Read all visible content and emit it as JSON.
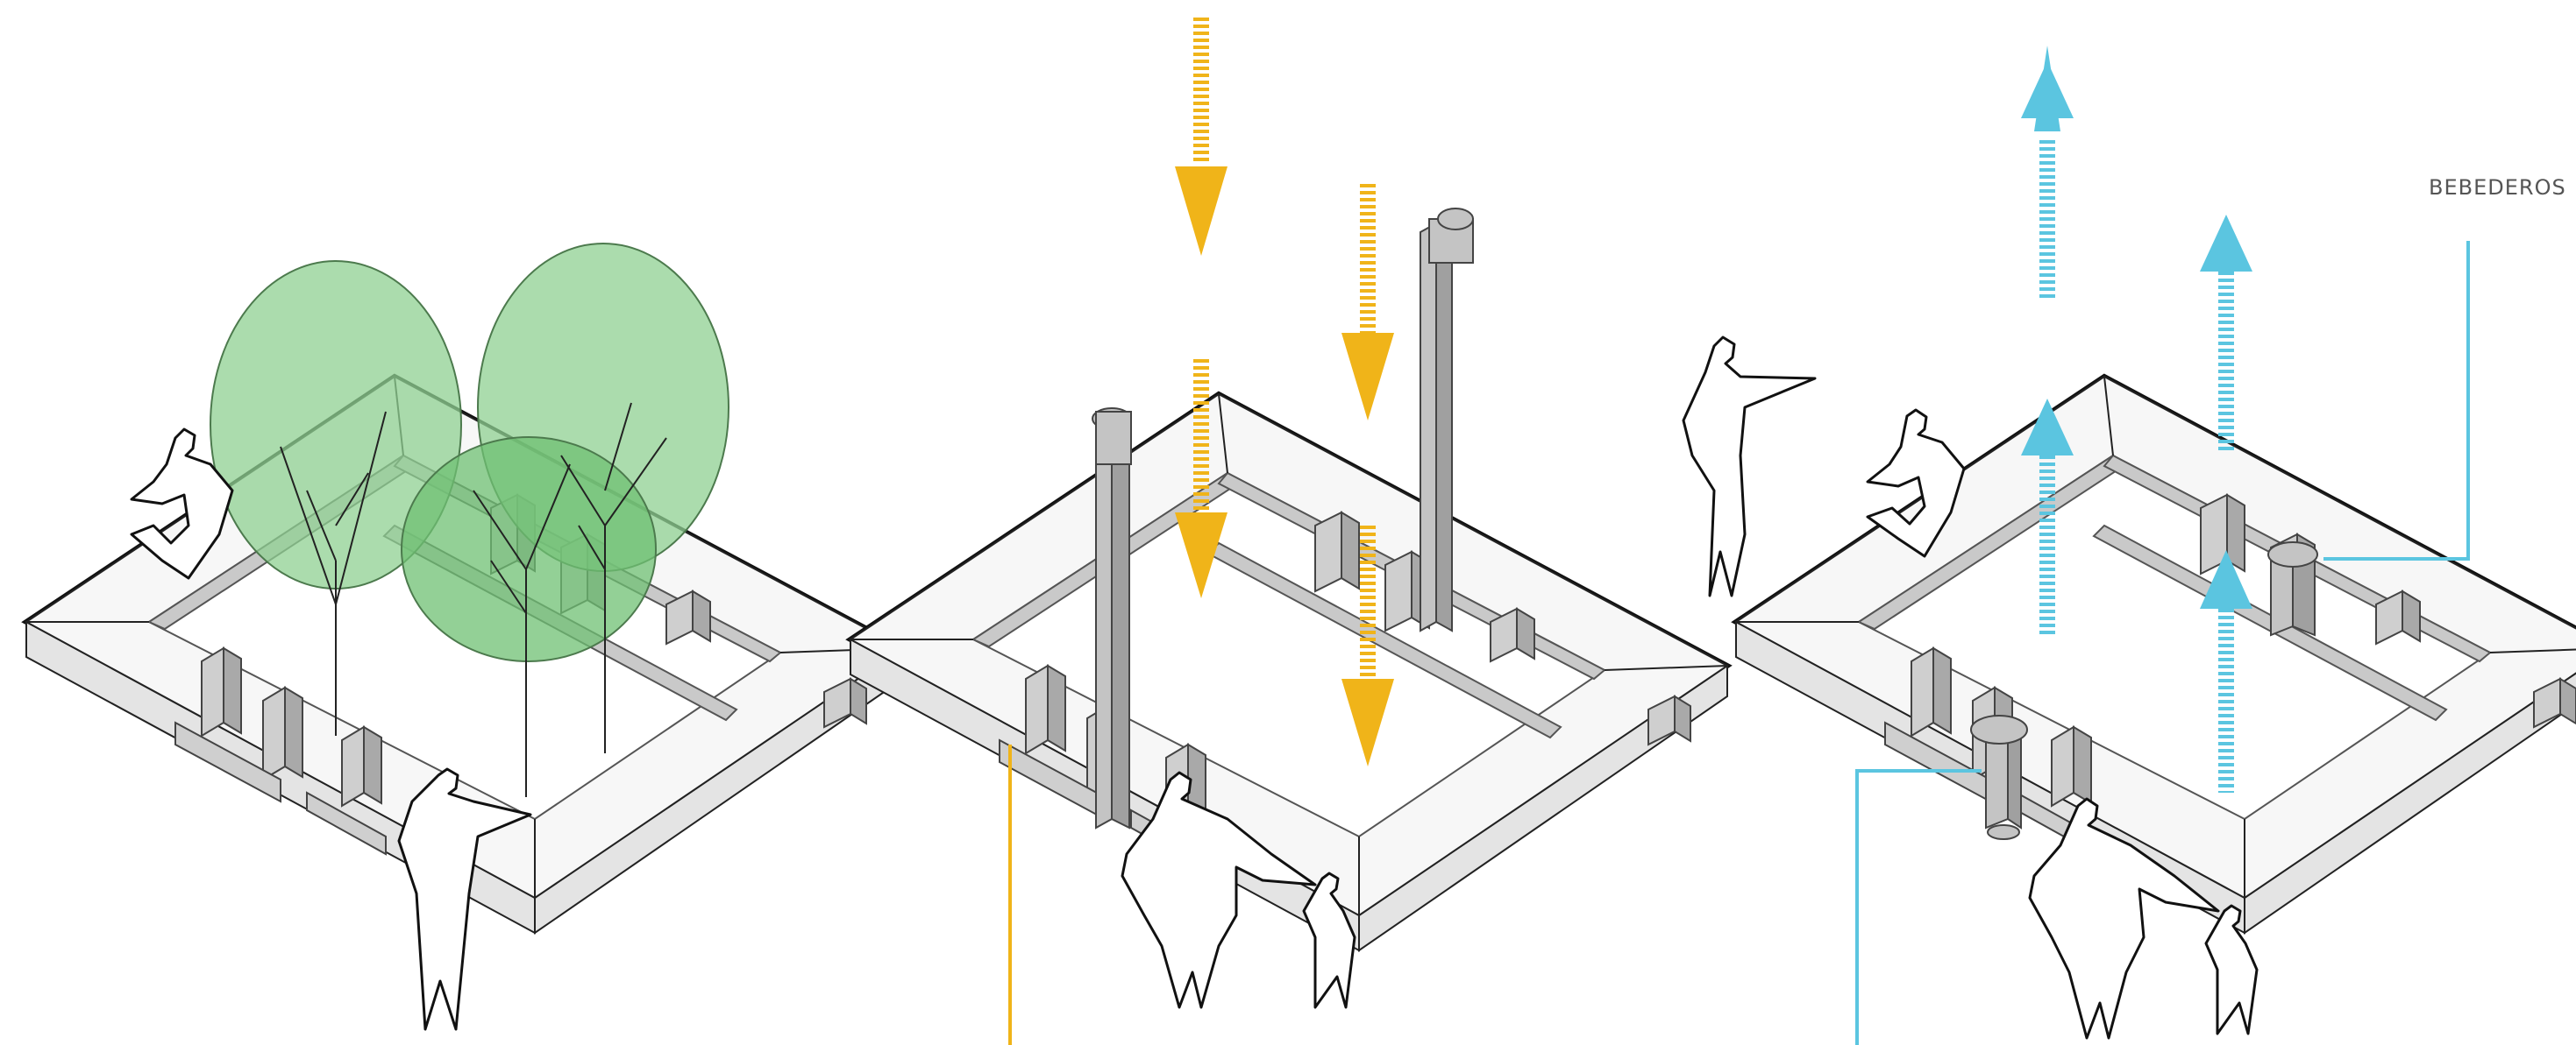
{
  "diagram": {
    "panels": [
      {
        "id": "vegetation",
        "accent": "#6cc36f"
      },
      {
        "id": "sun",
        "accent": "#f0b419"
      },
      {
        "id": "water",
        "accent": "#5bc5e0"
      }
    ],
    "labels": {
      "drinking_fountains": "BEBEDEROS"
    },
    "colors": {
      "tree_canopy": "#8fd091",
      "sun_arrow": "#f0b419",
      "water_arrow": "#5bc5e0",
      "platform": "#f2f2f2",
      "furniture": "#c4c4c4",
      "outline": "#111111"
    }
  }
}
